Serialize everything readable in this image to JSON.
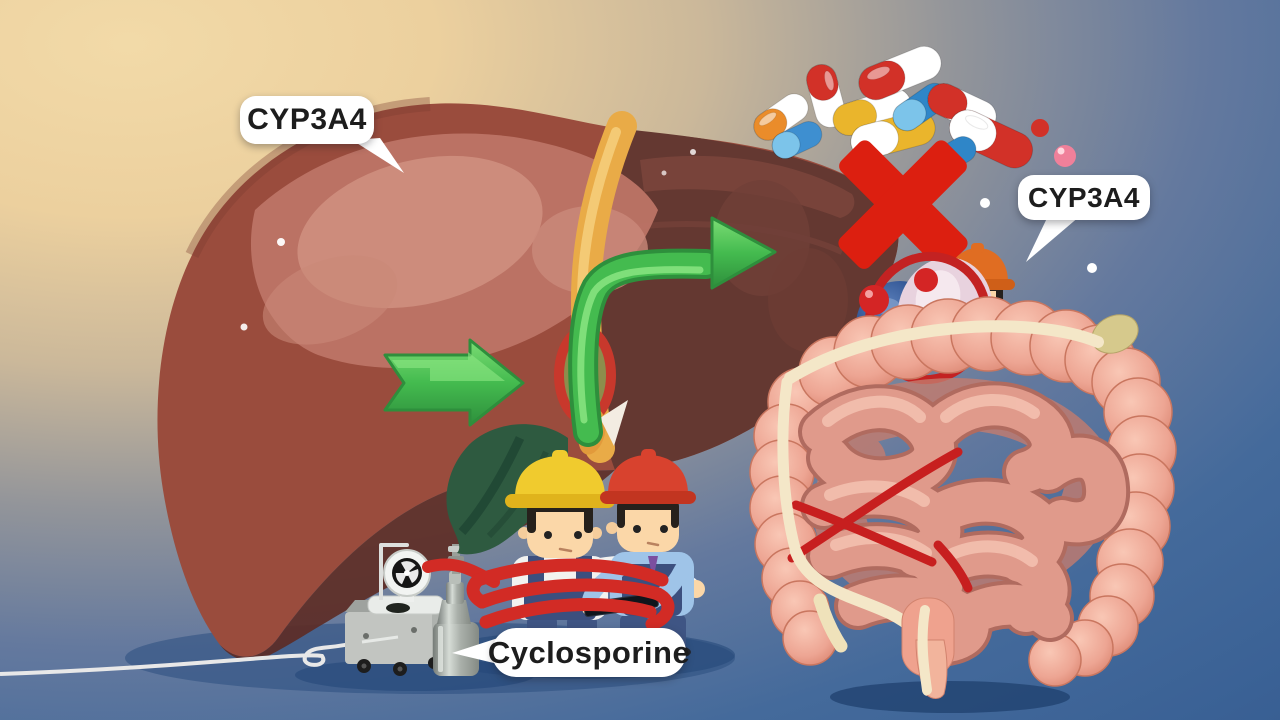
{
  "labels": {
    "liver_enzyme": "CYP3A4",
    "intestine_enzyme": "CYP3A4",
    "drug": "Cyclosporine"
  },
  "icons": {
    "red-x-icon": "✕",
    "green-arrow-straight-icon": "➜",
    "green-arrow-curved-icon": "⤳",
    "speech-bubble": "rounded-rect-with-tail"
  },
  "figures": [
    "liver",
    "bile-duct",
    "gallbladder",
    "intestine",
    "rectum",
    "appendix",
    "pill-capsules-pile",
    "drug-molecule",
    "worker-gut-orange-hat",
    "worker-yellow-hat-wrapped-in-hose",
    "worker-red-hat-with-tablet",
    "pump-machine-cart",
    "fan-device",
    "gas-cylinder",
    "drill-rod",
    "red-hose"
  ],
  "colors": {
    "background_warm": "#f2daa8",
    "background_blue": "#3a6195",
    "liver_main": "#9a4c3d",
    "liver_dark_lobe": "#643831",
    "liver_underside": "#5d2b24",
    "liver_highlight": "#c07a6b",
    "bile_duct_yellow": "#e9ab47",
    "gallbladder_olive": "#8d8d4c",
    "arrow_green": "#44bb4f",
    "cross_red": "#dc1f10",
    "hose_red": "#d22b25",
    "intestine_pink": "#f0ab99",
    "small_intestine": "#e09a8b",
    "mesentery_cream": "#f4e7c8",
    "molecule_blue": "#2c4f8e",
    "molecule_pink": "#e8d2de",
    "hat_yellow": "#f0cb2e",
    "hat_red": "#d8422e",
    "hat_orange": "#e06d22",
    "bubble_background": "#ffffff",
    "bubble_text": "#1d1d1d"
  }
}
